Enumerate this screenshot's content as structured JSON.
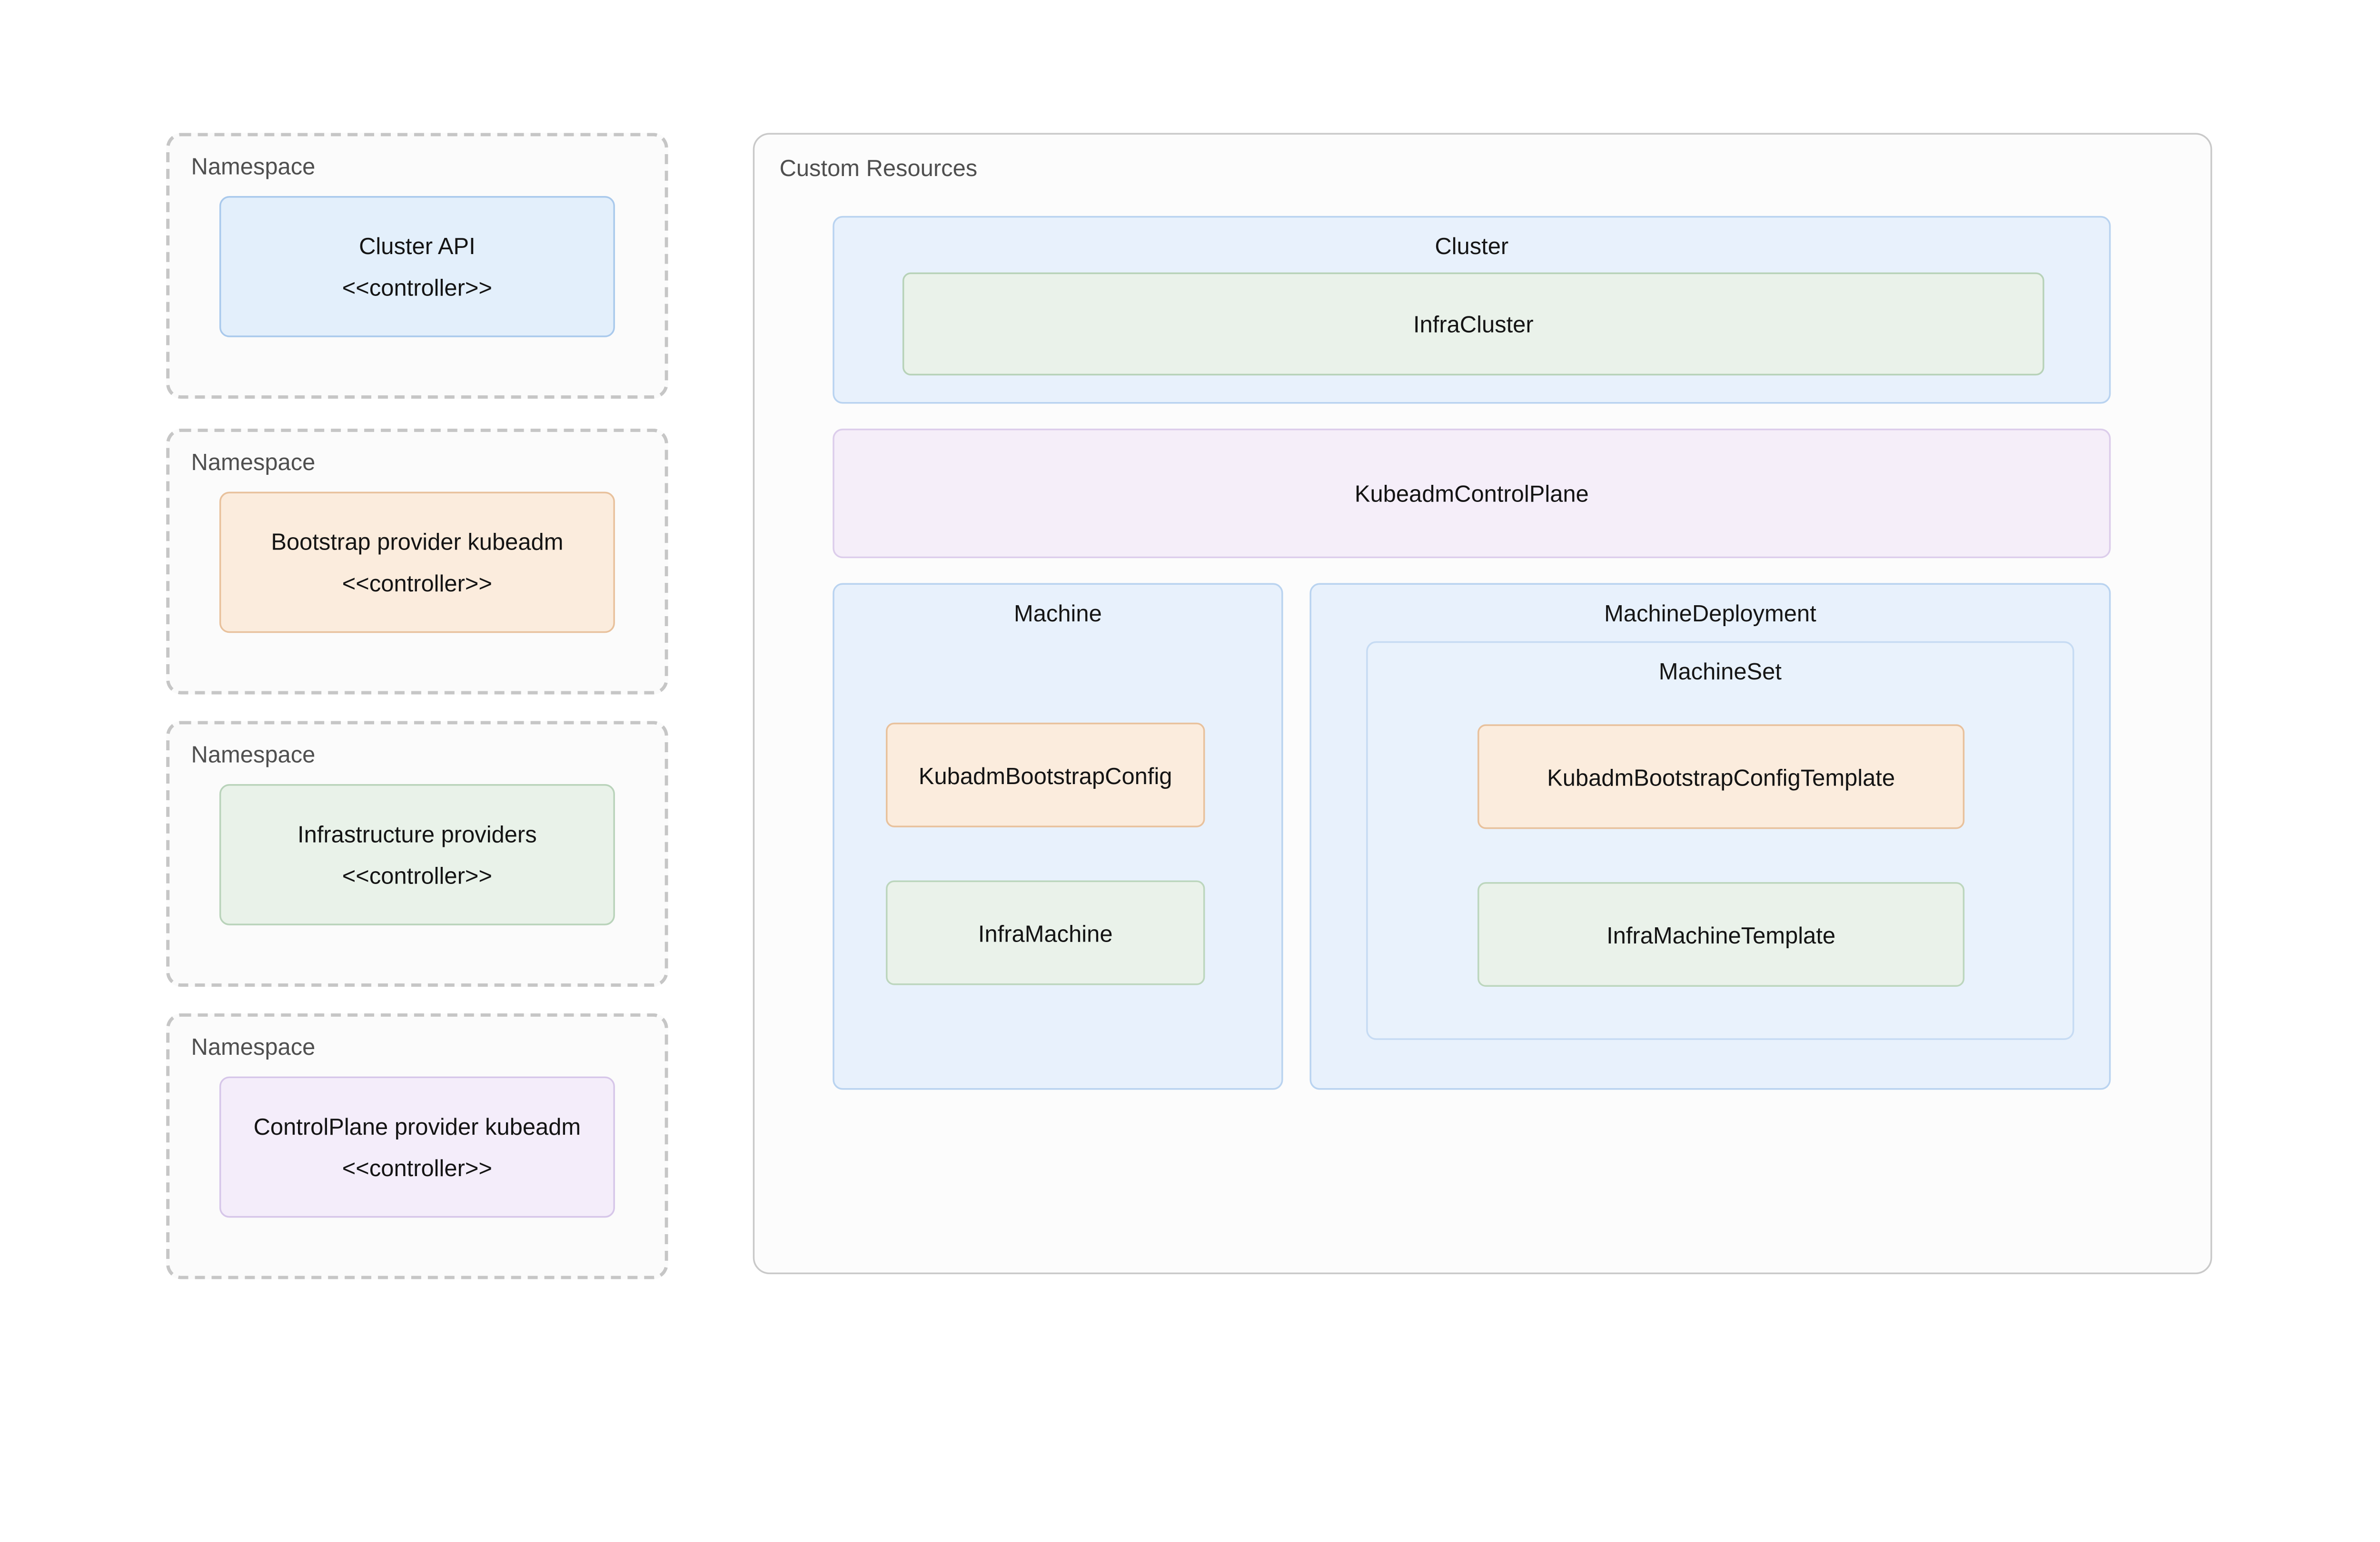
{
  "page": {
    "background": "#ffffff"
  },
  "palette": {
    "blue_card": {
      "fill": "#e3effb",
      "border": "#a9c9ec"
    },
    "blue_container": {
      "fill": "#e8f1fc",
      "border": "#b9d3f0"
    },
    "green": {
      "fill": "#eaf2ea",
      "border": "#bcd6bd"
    },
    "orange": {
      "fill": "#fbecdd",
      "border": "#e8c19c"
    },
    "purple": {
      "fill": "#f4edfa",
      "border": "#d6c6e9"
    },
    "label_gray": "#4f4f4f",
    "dashed_border": "#c6c6c6"
  },
  "namespaces": [
    {
      "label": "Namespace",
      "card": {
        "title": "Cluster API",
        "stereotype": "<<controller>>",
        "variant": "blue"
      }
    },
    {
      "label": "Namespace",
      "card": {
        "title": "Bootstrap provider kubeadm",
        "stereotype": "<<controller>>",
        "variant": "orange"
      }
    },
    {
      "label": "Namespace",
      "card": {
        "title": "Infrastructure providers",
        "stereotype": "<<controller>>",
        "variant": "green"
      }
    },
    {
      "label": "Namespace",
      "card": {
        "title": "ControlPlane provider kubeadm",
        "stereotype": "<<controller>>",
        "variant": "purple"
      }
    }
  ],
  "custom_resources": {
    "label": "Custom Resources",
    "cluster": {
      "title": "Cluster",
      "infra_cluster": "InfraCluster"
    },
    "kubeadm_control_plane": "KubeadmControlPlane",
    "machine": {
      "title": "Machine",
      "bootstrap_config": "KubadmBootstrapConfig",
      "infra_machine": "InfraMachine"
    },
    "machine_deployment": {
      "title": "MachineDeployment",
      "machine_set": {
        "title": "MachineSet",
        "bootstrap_config_template": "KubadmBootstrapConfigTemplate",
        "infra_machine_template": "InfraMachineTemplate"
      }
    }
  }
}
